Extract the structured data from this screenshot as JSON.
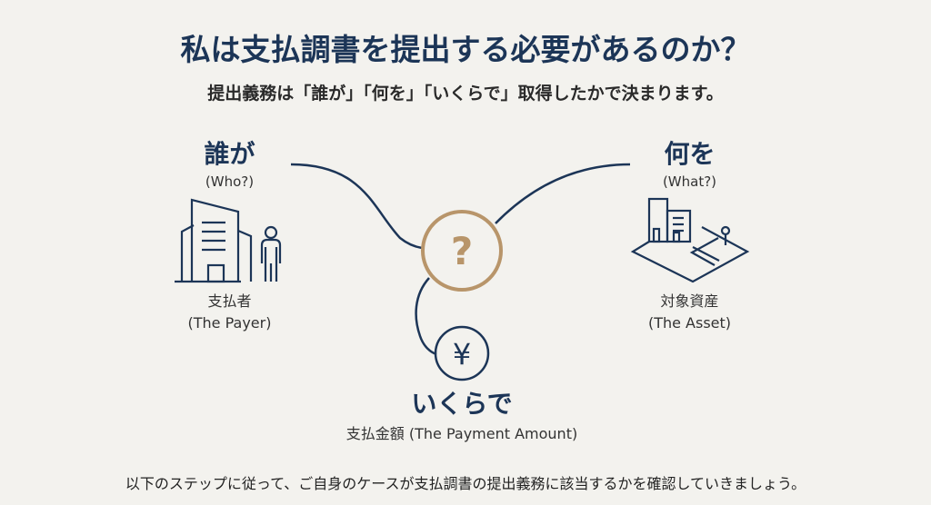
{
  "title": "私は支払調書を提出する必要があるのか？",
  "subtitle": "提出義務は「誰が」「何を」「いくらで」取得したかで決まります。",
  "who": {
    "heading": "誰が",
    "english": "(Who?)",
    "label": "支払者",
    "label_en": "(The Payer)"
  },
  "what": {
    "heading": "何を",
    "english": "(What?)",
    "label": "対象資産",
    "label_en": "(The Asset)"
  },
  "how_much": {
    "heading": "いくらで",
    "label": "支払金額 (The Payment Amount)"
  },
  "center_symbol": "?",
  "yen_symbol": "¥",
  "footer": "以下のステップに従って、ご自身のケースが支払調書の提出義務に該当するかを確認していきましょう。",
  "colors": {
    "navy": "#1c3557",
    "gold": "#b8956a",
    "background": "#f3f2ee"
  }
}
